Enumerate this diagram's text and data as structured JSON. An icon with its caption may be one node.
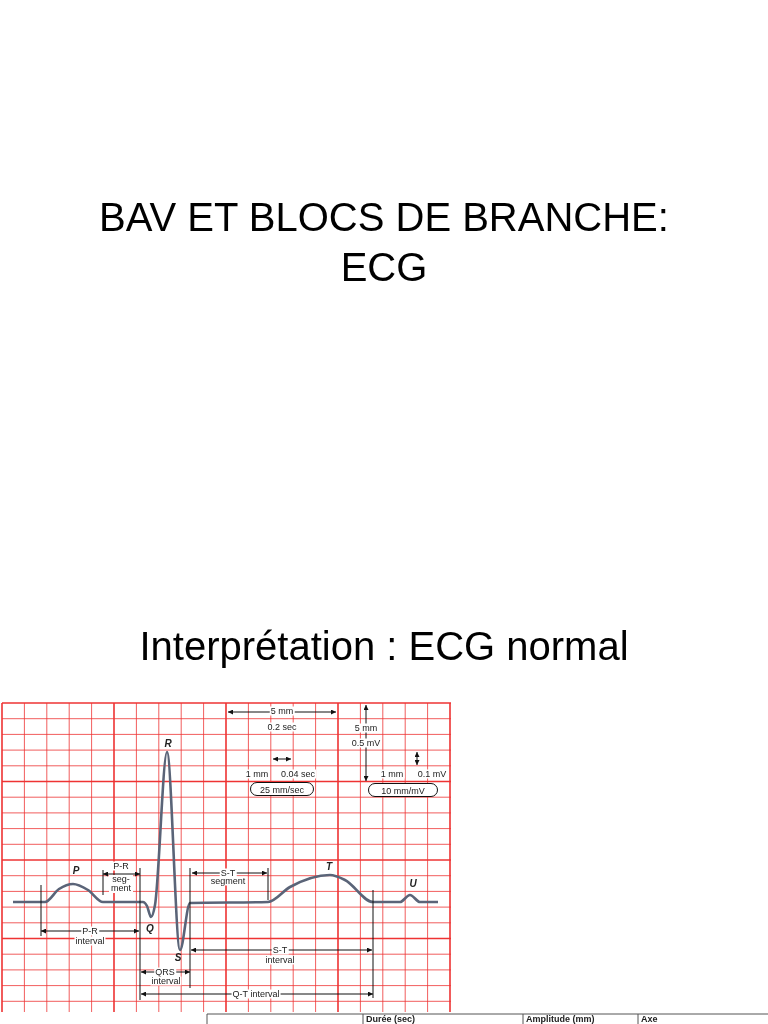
{
  "diagram": {
    "title": "BAV ET BLOCS DE BRANCHE: ECG",
    "nodes": [
      {
        "text": [
          "25 mm/sec"
        ]
      },
      {
        "text": [
          "10 mm/mV"
        ]
      }
    ],
    "labels": [
      "Interprétation : ECG normal",
      "5 mm",
      "0.2 sec",
      "5 mm",
      "0.5 mV",
      "R",
      "1 mm",
      "0.04 sec",
      "1 mm",
      "0.1 mV",
      "P",
      "P-R",
      "seg- ment",
      "S-T",
      "segment",
      "T",
      "U",
      "Q",
      "P-R",
      "interval",
      "S",
      "S-T",
      "interval",
      "QRS",
      "interval",
      "Q-T interval",
      "Durée (sec)",
      "Amplitude (mm)",
      "Axe"
    ]
  }
}
